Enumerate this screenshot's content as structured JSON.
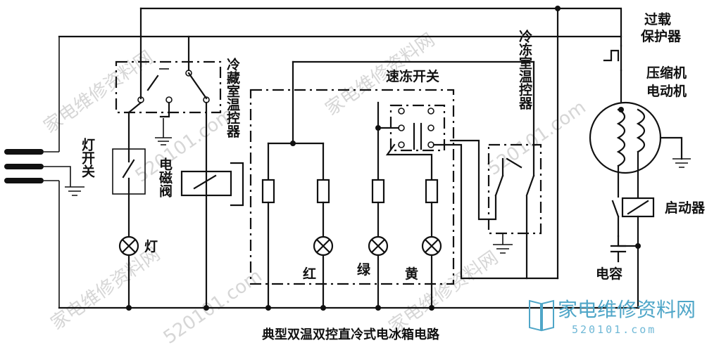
{
  "diagram": {
    "caption": "典型双温双控直冷式电冰箱电路",
    "labels": {
      "refrigerator_thermostat": "冷藏室温控器",
      "freezer_thermostat": "冷冻室温控器",
      "quick_freeze_switch": "速冻开关",
      "lamp_switch": "灯开关",
      "solenoid_valve": "电磁阀",
      "lamp": "灯",
      "red": "红",
      "green": "绿",
      "yellow": "黄",
      "overload_protector": "过载保护器",
      "compressor_motor": "压缩机电动机",
      "starter": "启动器",
      "capacitor": "电容"
    }
  },
  "watermark": {
    "site_name": "家电维修资料网",
    "domain": "520101.com",
    "logo_text": "家电维修资料网",
    "logo_domain": "520101.com"
  }
}
